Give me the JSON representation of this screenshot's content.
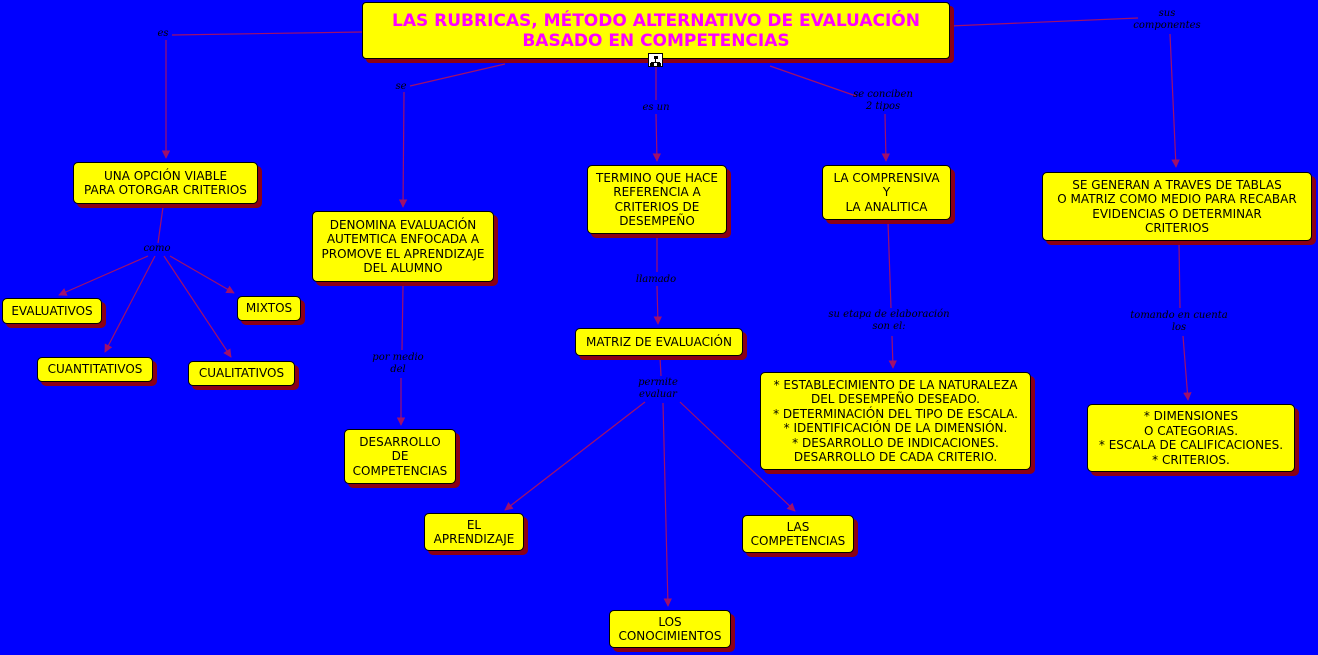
{
  "title": "LAS RUBRICAS, MÉTODO ALTERNATIVO DE EVALUACIÓN\nBASADO EN COMPETENCIAS",
  "nodes": {
    "opcion": "UNA OPCIÓN VIABLE\nPARA OTORGAR CRITERIOS",
    "evaluativos": "EVALUATIVOS",
    "mixtos": "MIXTOS",
    "cuantitativos": "CUANTITATIVOS",
    "cualitativos": "CUALITATIVOS",
    "denomina": "DENOMINA EVALUACIÓN\nAUTEMTICA ENFOCADA A\nPROMOVE EL APRENDIZAJE\nDEL ALUMNO",
    "desarrollo": "DESARROLLO\nDE\nCOMPETENCIAS",
    "termino": "TERMINO QUE HACE\nREFERENCIA A\nCRITERIOS DE\nDESEMPEÑO",
    "matriz": "MATRIZ DE EVALUACIÓN",
    "aprendizaje": "EL\nAPRENDIZAJE",
    "competencias": "LAS\nCOMPETENCIAS",
    "conocimientos": "LOS\nCONOCIMIENTOS",
    "comprensiva": "LA COMPRENSIVA\nY\nLA ANALITICA",
    "etapas": "* ESTABLECIMIENTO DE LA NATURALEZA\nDEL DESEMPEÑO DESEADO.\n* DETERMINACIÓN DEL TIPO DE ESCALA.\n* IDENTIFICACIÓN DE LA DIMENSIÓN.\n* DESARROLLO DE INDICACIONES.\nDESARROLLO DE CADA CRITERIO.",
    "generan": "SE GENERAN A TRAVES DE TABLAS\nO MATRIZ COMO MEDIO PARA RECABAR\nEVIDENCIAS O DETERMINAR\nCRITERIOS",
    "dimensiones": "* DIMENSIONES\nO CATEGORIAS.\n* ESCALA DE CALIFICACIONES.\n* CRITERIOS."
  },
  "links": {
    "es": "es",
    "se": "se",
    "es_un": "es un",
    "se_conciben": "se conciben\n2 tipos",
    "sus_componentes": "sus\ncomponentes",
    "como": "como",
    "por_medio_del": "por medio\ndel",
    "llamado": "llamado",
    "permite_evaluar": "permite\nevaluar",
    "sus_etapas": "su etapa de elaboración\nson el:",
    "tomando_en_cuenta": "tomando en cuenta\nlos"
  },
  "colors": {
    "background": "#0000ff",
    "node_fill": "#ffff00",
    "node_shadow": "#8b0016",
    "title_text": "#ff00ff",
    "connector": "#a0106a"
  }
}
